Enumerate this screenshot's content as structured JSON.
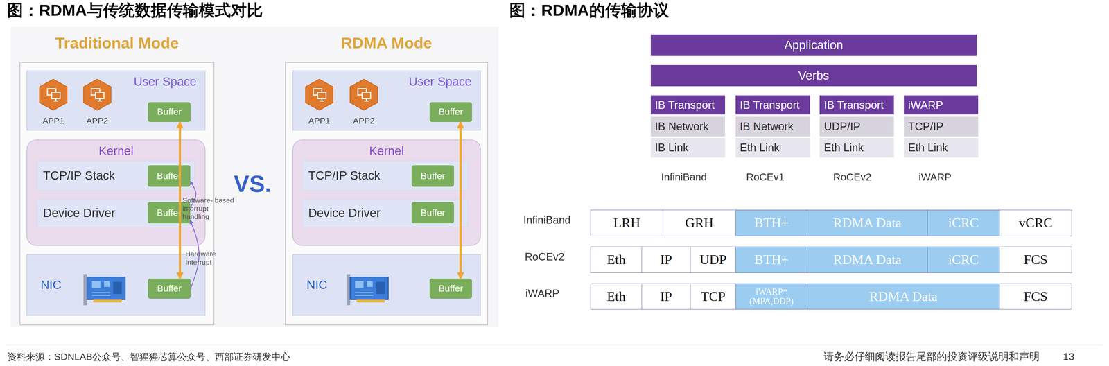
{
  "diagram": {
    "title": "图：RDMA与传统数据传输模式对比",
    "caption": "资料来源：SDNLAB公众号、智猩猩芯算公众号、西部证券研发中心",
    "nodes": [
      {
        "text": [
          "Traditional Mode"
        ]
      },
      {
        "text": [
          "User Space"
        ],
        "in": 0
      },
      {
        "text": [
          "APP1"
        ],
        "in": 1
      },
      {
        "text": [
          "APP2"
        ],
        "in": 1
      },
      {
        "text": [
          "Buffer"
        ],
        "in": 1
      },
      {
        "text": [
          "Kernel"
        ],
        "in": 0
      },
      {
        "text": [
          "TCP/IP Stack"
        ],
        "in": 5
      },
      {
        "text": [
          "Buffer"
        ],
        "in": 6
      },
      {
        "text": [
          "Device Driver"
        ],
        "in": 5
      },
      {
        "text": [
          "Buffer"
        ],
        "in": 8
      },
      {
        "text": [
          "NIC"
        ],
        "in": 0
      },
      {
        "text": [
          "Buffer"
        ],
        "in": 10
      },
      {
        "text": [
          "RDMA Mode"
        ]
      },
      {
        "text": [
          "User Space"
        ],
        "in": 12
      },
      {
        "text": [
          "APP1"
        ],
        "in": 13
      },
      {
        "text": [
          "APP2"
        ],
        "in": 13
      },
      {
        "text": [
          "Buffer"
        ],
        "in": 13
      },
      {
        "text": [
          "Kernel"
        ],
        "in": 12
      },
      {
        "text": [
          "TCP/IP Stack"
        ],
        "in": 17
      },
      {
        "text": [
          "Buffer"
        ],
        "in": 18
      },
      {
        "text": [
          "Device Driver"
        ],
        "in": 17
      },
      {
        "text": [
          "Buffer"
        ],
        "in": 20
      },
      {
        "text": [
          "NIC"
        ],
        "in": 12
      },
      {
        "text": [
          "Buffer"
        ],
        "in": 22
      },
      {
        "text": [
          "Application"
        ]
      },
      {
        "text": [
          "Verbs"
        ]
      },
      {
        "text": [
          "IB Transport"
        ]
      },
      {
        "text": [
          "IB Transport"
        ]
      },
      {
        "text": [
          "IB Transport"
        ]
      },
      {
        "text": [
          "iWARP"
        ]
      },
      {
        "text": [
          "IB Network"
        ]
      },
      {
        "text": [
          "IB Network"
        ]
      },
      {
        "text": [
          "UDP/IP"
        ]
      },
      {
        "text": [
          "TCP/IP"
        ]
      },
      {
        "text": [
          "IB Link"
        ]
      },
      {
        "text": [
          "Eth Link"
        ]
      },
      {
        "text": [
          "Eth Link"
        ]
      },
      {
        "text": [
          "Eth Link"
        ]
      },
      {
        "text": [
          "LRH"
        ]
      },
      {
        "text": [
          "GRH"
        ]
      },
      {
        "text": [
          "BTH+"
        ]
      },
      {
        "text": [
          "RDMA Data"
        ]
      },
      {
        "text": [
          "iCRC"
        ]
      },
      {
        "text": [
          "vCRC"
        ]
      },
      {
        "text": [
          "Eth"
        ]
      },
      {
        "text": [
          "IP"
        ]
      },
      {
        "text": [
          "UDP"
        ]
      },
      {
        "text": [
          "BTH+"
        ]
      },
      {
        "text": [
          "RDMA Data"
        ]
      },
      {
        "text": [
          "iCRC"
        ]
      },
      {
        "text": [
          "FCS"
        ]
      },
      {
        "text": [
          "Eth"
        ]
      },
      {
        "text": [
          "IP"
        ]
      },
      {
        "text": [
          "TCP"
        ]
      },
      {
        "text": [
          "iWARP* (MPA,DDP)"
        ]
      },
      {
        "text": [
          "RDMA Data"
        ]
      },
      {
        "text": [
          "FCS"
        ]
      }
    ],
    "edges": [
      {
        "from": 4,
        "to": 11,
        "arrow": "both"
      },
      {
        "from": 11,
        "to": 9,
        "arrow": "to",
        "label": "Hardware Interrupt"
      },
      {
        "from": 9,
        "to": 7,
        "arrow": "to",
        "label": "Software- based interrupt handling"
      },
      {
        "from": 16,
        "to": 23,
        "arrow": "both"
      }
    ],
    "labels": [
      "图：RDMA的传输协议",
      "VS.",
      "InfiniBand",
      "RoCEv1",
      "RoCEv2",
      "iWARP",
      "InfiniBand",
      "RoCEv2",
      "iWARP",
      "请务必仔细阅读报告尾部的投资评级说明和声明",
      "13"
    ]
  }
}
